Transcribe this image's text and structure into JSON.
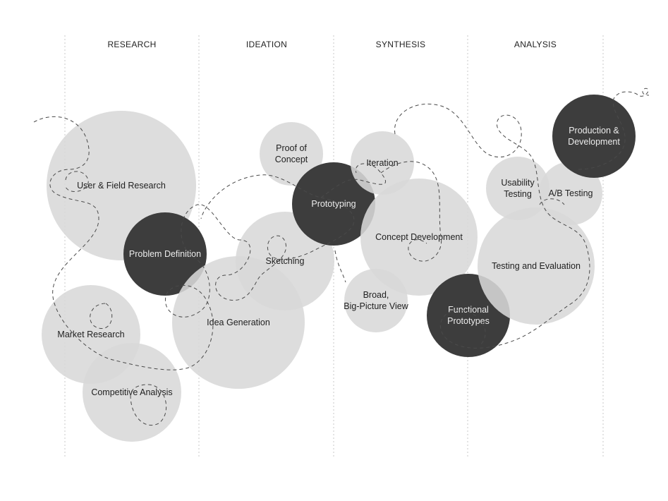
{
  "colors": {
    "light_circle": "#d8d8d8",
    "dark_circle": "#3d3d3d",
    "dark_text": "#ececec",
    "light_text": "#1f1f1f"
  },
  "phases": [
    "RESEARCH",
    "IDEATION",
    "SYNTHESIS",
    "ANALYSIS"
  ],
  "nodes": [
    {
      "id": "user-field-research",
      "lines": [
        "User & Field Research"
      ],
      "tone": "light"
    },
    {
      "id": "market-research",
      "lines": [
        "Market Research"
      ],
      "tone": "light"
    },
    {
      "id": "competitive-analysis",
      "lines": [
        "Competitive Analysis"
      ],
      "tone": "light"
    },
    {
      "id": "problem-definition",
      "lines": [
        "Problem Definition"
      ],
      "tone": "dark"
    },
    {
      "id": "idea-generation",
      "lines": [
        "Idea Generation"
      ],
      "tone": "light"
    },
    {
      "id": "sketching",
      "lines": [
        "Sketching"
      ],
      "tone": "light"
    },
    {
      "id": "proof-of-concept",
      "lines": [
        "Proof of",
        "Concept"
      ],
      "tone": "light"
    },
    {
      "id": "prototyping",
      "lines": [
        "Prototyping"
      ],
      "tone": "dark"
    },
    {
      "id": "iteration",
      "lines": [
        "Iteration"
      ],
      "tone": "light"
    },
    {
      "id": "concept-development",
      "lines": [
        "Concept Development"
      ],
      "tone": "light"
    },
    {
      "id": "broad-big-picture-view",
      "lines": [
        "Broad,",
        "Big-Picture View"
      ],
      "tone": "light"
    },
    {
      "id": "functional-prototypes",
      "lines": [
        "Functional",
        "Prototypes"
      ],
      "tone": "dark"
    },
    {
      "id": "usability-testing",
      "lines": [
        "Usability",
        "Testing"
      ],
      "tone": "light"
    },
    {
      "id": "ab-testing",
      "lines": [
        "A/B Testing"
      ],
      "tone": "light"
    },
    {
      "id": "testing-and-evaluation",
      "lines": [
        "Testing and Evaluation"
      ],
      "tone": "light"
    },
    {
      "id": "production-development",
      "lines": [
        "Production &",
        "Development"
      ],
      "tone": "dark"
    }
  ]
}
